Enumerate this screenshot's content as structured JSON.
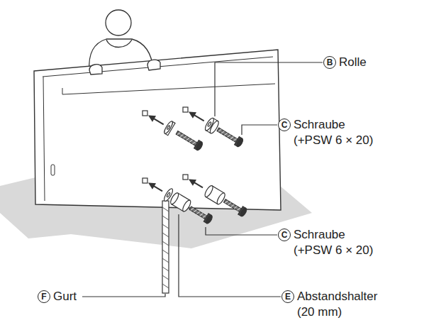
{
  "diagram": {
    "nodes": [
      {
        "text": [
          "B"
        ]
      },
      {
        "text": [
          "C"
        ]
      },
      {
        "text": [
          "C"
        ]
      },
      {
        "text": [
          "F"
        ]
      },
      {
        "text": [
          "E"
        ]
      }
    ],
    "labels": [
      "Rolle",
      "Schraube (+PSW 6 × 20)",
      "Schraube (+PSW 6 × 20)",
      "Gurt",
      "Abstandshalter (20 mm)"
    ]
  }
}
